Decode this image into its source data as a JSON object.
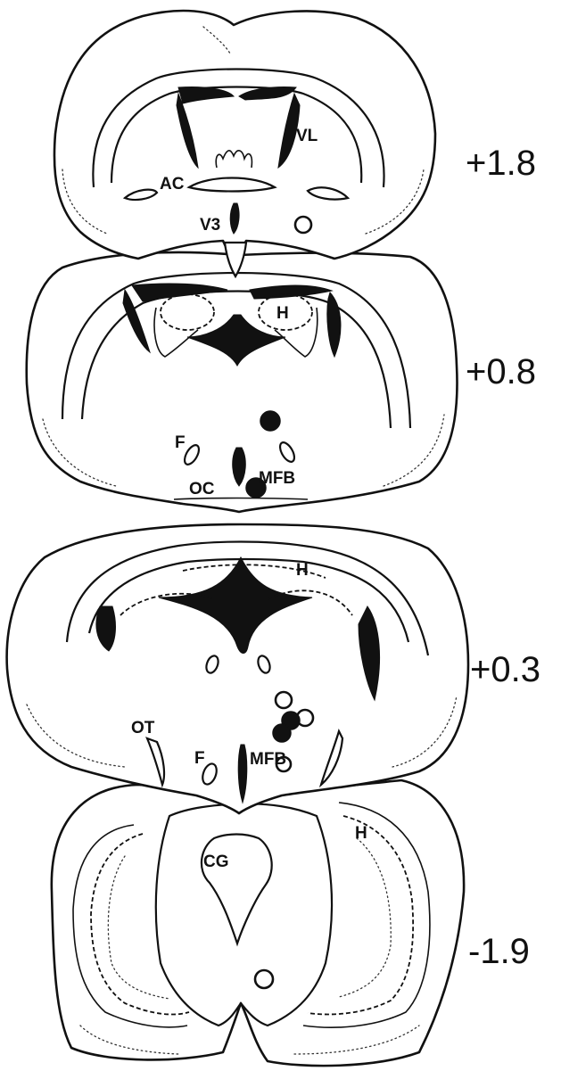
{
  "sections": [
    {
      "coordinate": "+1.8",
      "labels": {
        "lateral_ventricle": "VL",
        "anterior_commissure": "AC",
        "third_ventricle": "V3"
      }
    },
    {
      "coordinate": "+0.8",
      "labels": {
        "hippocampus": "H",
        "fornix": "F",
        "optic_chiasm": "OC",
        "medial_forebrain_bundle": "MFB"
      }
    },
    {
      "coordinate": "+0.3",
      "labels": {
        "hippocampus": "H",
        "optic_tract": "OT",
        "fornix": "F",
        "medial_forebrain_bundle": "MFB"
      }
    },
    {
      "coordinate": "-1.9",
      "labels": {
        "hippocampus": "H",
        "central_grey": "CG"
      }
    }
  ],
  "colors": {
    "ink": "#111111",
    "background": "#ffffff"
  }
}
